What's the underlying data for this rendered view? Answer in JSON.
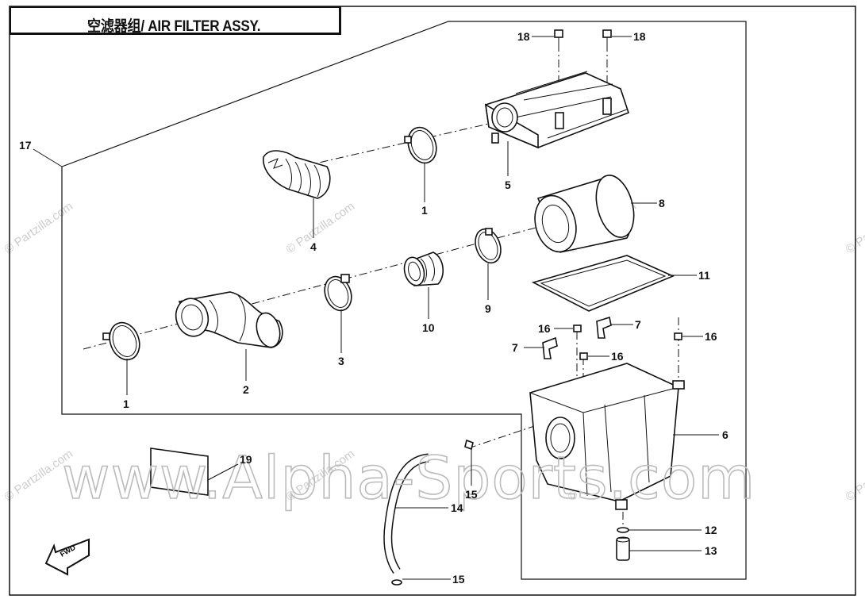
{
  "title": "空滤器组/ AIR FILTER ASSY.",
  "watermark_site": "www.Alpha-Sports.com",
  "watermark_small": "© Partzilla.com",
  "fwd_label": "FWD",
  "callouts": [
    "1",
    "2",
    "3",
    "4",
    "1",
    "5",
    "8",
    "9",
    "10",
    "11",
    "16",
    "7",
    "7",
    "16",
    "16",
    "6",
    "18",
    "18",
    "17",
    "19",
    "14",
    "15",
    "15",
    "12",
    "13"
  ]
}
